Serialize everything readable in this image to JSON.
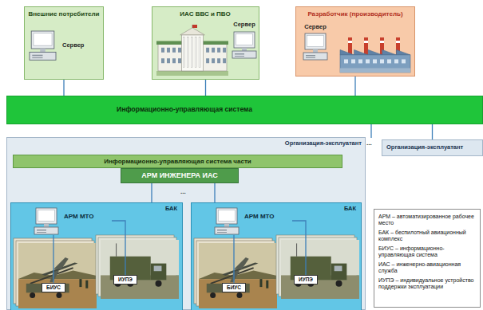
{
  "diagram": {
    "nodes": [
      {
        "text": [
          "Внешние потребители",
          "Сервер"
        ]
      },
      {
        "text": [
          "ИАС ВВС и ПВО",
          "Сервер"
        ]
      },
      {
        "text": [
          "Разработчик (производитель)",
          "Сервер"
        ]
      },
      {
        "text": [
          "Информационно-управляющая система"
        ]
      },
      {
        "text": [
          "Организация-эксплуатант"
        ]
      },
      {
        "text": [
          "Информационно-управляющая система части"
        ],
        "in": 4
      },
      {
        "text": [
          "АРМ ИНЖЕНЕРА ИАС"
        ],
        "in": 4
      },
      {
        "text": [
          "Организация-эксплуатант"
        ]
      },
      {
        "text": [
          "БАК"
        ],
        "in": 4
      },
      {
        "text": [
          "АРМ МТО"
        ],
        "in": 8
      },
      {
        "text": [
          "БИУС"
        ],
        "in": 8
      },
      {
        "text": [
          "ИУПЭ"
        ],
        "in": 8
      },
      {
        "text": [
          "БАК"
        ],
        "in": 4
      },
      {
        "text": [
          "АРМ МТО"
        ],
        "in": 12
      },
      {
        "text": [
          "БИУС"
        ],
        "in": 12
      },
      {
        "text": [
          "ИУПЭ"
        ],
        "in": 12
      },
      {
        "text": [
          "АРМ – автоматизированное рабочее место",
          "БАК – беспилотный авиационный комплекс",
          "БИУС – информационно-управляющая система",
          "ИАС – инженерно-авиационная служба",
          "ИУПЭ – индивидуальное устройство поддержки эксплуатации"
        ]
      }
    ],
    "edges": [
      {
        "from": 0,
        "to": 3,
        "arrow": "none"
      },
      {
        "from": 1,
        "to": 3,
        "arrow": "none"
      },
      {
        "from": 2,
        "to": 3,
        "arrow": "none"
      },
      {
        "from": 3,
        "to": 7,
        "arrow": "none"
      },
      {
        "from": 6,
        "to": 8,
        "arrow": "none"
      },
      {
        "from": 6,
        "to": 12,
        "arrow": "none"
      },
      {
        "from": 9,
        "to": 10,
        "arrow": "none"
      },
      {
        "from": 9,
        "to": 11,
        "arrow": "none"
      },
      {
        "from": 13,
        "to": 14,
        "arrow": "none"
      },
      {
        "from": 13,
        "to": 15,
        "arrow": "none"
      }
    ],
    "labels": [
      "...",
      "..."
    ]
  }
}
